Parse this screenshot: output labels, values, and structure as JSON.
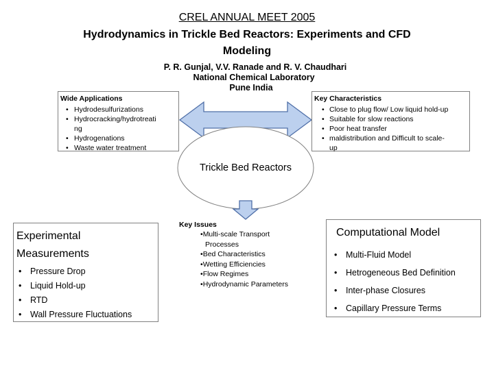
{
  "header": {
    "meet": "CREL ANNUAL MEET 2005",
    "title_line1": "Hydrodynamics in Trickle Bed Reactors: Experiments and CFD",
    "title_line2": "Modeling",
    "authors": "P. R. Gunjal, V.V. Ranade and R. V. Chaudhari",
    "lab": "National Chemical Laboratory",
    "location": "Pune India"
  },
  "applications": {
    "heading": "Wide Applications",
    "items": [
      "Hydrodesulfurizations",
      "Hydrocracking/hydrotreati\nng",
      "Hydrogenations",
      "Waste water treatment"
    ]
  },
  "characteristics": {
    "heading": "Key Characteristics",
    "items": [
      "Close to plug flow/ Low liquid hold-up",
      "Suitable for slow reactions",
      "Poor heat transfer",
      "maldistribution and Difficult to  scale-\nup"
    ]
  },
  "center": {
    "label": "Trickle Bed Reactors"
  },
  "issues": {
    "heading": "Key Issues",
    "items": [
      "Multi-scale Transport\nProcesses",
      "Bed Characteristics",
      "Wetting Efficiencies",
      "Flow Regimes",
      "Hydrodynamic Parameters"
    ]
  },
  "experimental": {
    "title_line1": "Experimental",
    "title_line2": "Measurements",
    "items": [
      "Pressure Drop",
      "Liquid Hold-up",
      "RTD",
      "Wall Pressure Fluctuations"
    ]
  },
  "computational": {
    "title": "Computational Model",
    "items": [
      "Multi-Fluid Model",
      "Hetrogeneous Bed Definition",
      "Inter-phase Closures",
      "Capillary Pressure Terms"
    ]
  },
  "colors": {
    "arrow_fill": "#bcd0ee",
    "arrow_stroke": "#4f6fa8",
    "box_border": "#808080"
  }
}
